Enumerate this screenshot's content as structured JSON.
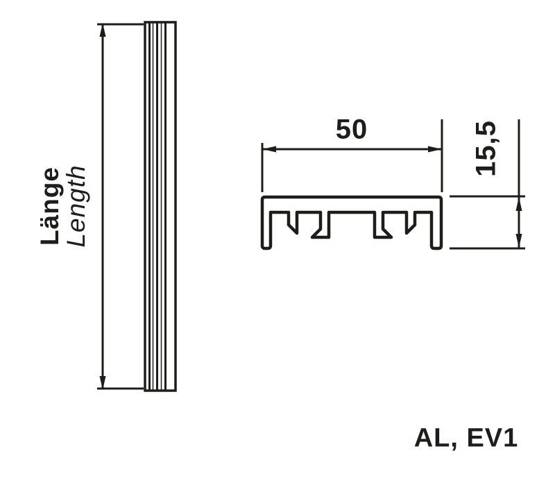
{
  "drawing": {
    "side_view": {
      "length_label_de": "Länge",
      "length_label_en": "Length"
    },
    "cross_section": {
      "width_dim": "50",
      "height_dim": "15,5"
    },
    "material_label": "AL, EV1"
  },
  "colors": {
    "line": "#1d1d1b",
    "background": "#ffffff"
  }
}
